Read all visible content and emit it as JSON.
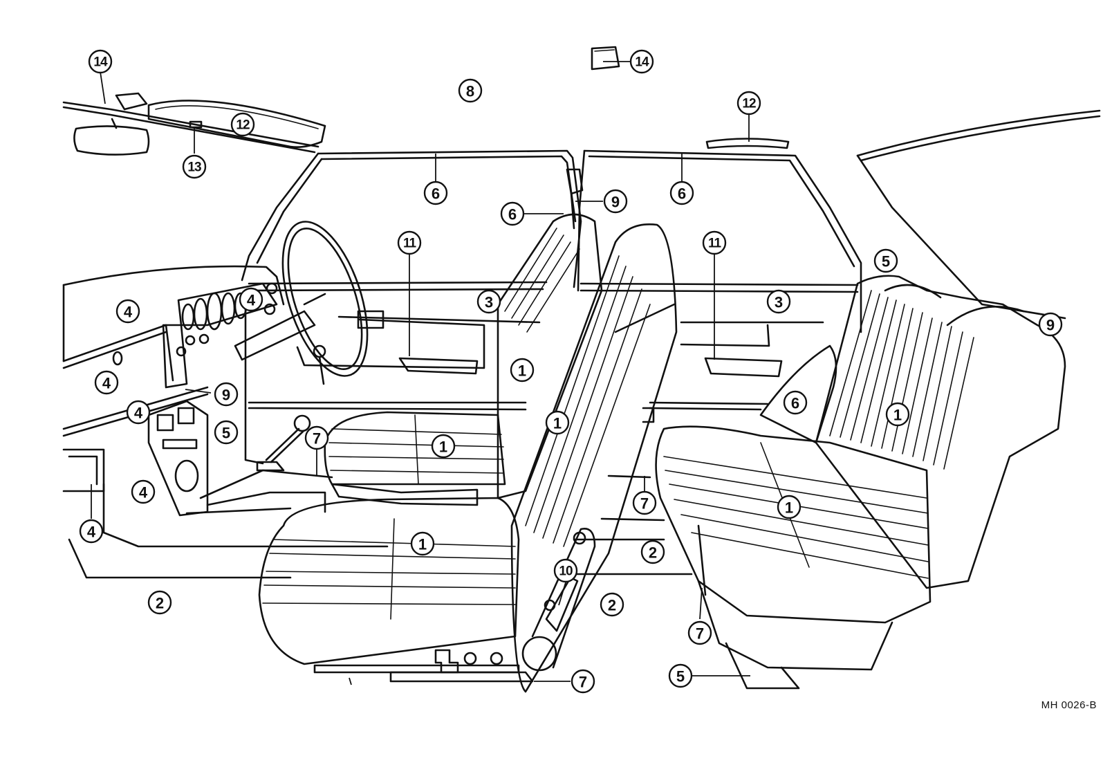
{
  "figure_code": "MH 0026-B",
  "callouts": [
    {
      "id": "c14a",
      "num": "14"
    },
    {
      "id": "c14b",
      "num": "14"
    },
    {
      "id": "c8",
      "num": "8"
    },
    {
      "id": "c12a",
      "num": "12"
    },
    {
      "id": "c12b",
      "num": "12"
    },
    {
      "id": "c13",
      "num": "13"
    },
    {
      "id": "c6a",
      "num": "6"
    },
    {
      "id": "c6b",
      "num": "6"
    },
    {
      "id": "c6c",
      "num": "6"
    },
    {
      "id": "c6d",
      "num": "6"
    },
    {
      "id": "c9a",
      "num": "9"
    },
    {
      "id": "c9b",
      "num": "9"
    },
    {
      "id": "c9c",
      "num": "9"
    },
    {
      "id": "c11a",
      "num": "11"
    },
    {
      "id": "c11b",
      "num": "11"
    },
    {
      "id": "c5a",
      "num": "5"
    },
    {
      "id": "c5b",
      "num": "5"
    },
    {
      "id": "c5c",
      "num": "5"
    },
    {
      "id": "c3a",
      "num": "3"
    },
    {
      "id": "c3b",
      "num": "3"
    },
    {
      "id": "c4a",
      "num": "4"
    },
    {
      "id": "c4b",
      "num": "4"
    },
    {
      "id": "c4c",
      "num": "4"
    },
    {
      "id": "c4d",
      "num": "4"
    },
    {
      "id": "c4e",
      "num": "4"
    },
    {
      "id": "c4f",
      "num": "4"
    },
    {
      "id": "c1a",
      "num": "1"
    },
    {
      "id": "c1b",
      "num": "1"
    },
    {
      "id": "c1c",
      "num": "1"
    },
    {
      "id": "c1d",
      "num": "1"
    },
    {
      "id": "c1e",
      "num": "1"
    },
    {
      "id": "c1f",
      "num": "1"
    },
    {
      "id": "c7a",
      "num": "7"
    },
    {
      "id": "c7b",
      "num": "7"
    },
    {
      "id": "c7c",
      "num": "7"
    },
    {
      "id": "c7d",
      "num": "7"
    },
    {
      "id": "c2a",
      "num": "2"
    },
    {
      "id": "c2b",
      "num": "2"
    },
    {
      "id": "c2c",
      "num": "2"
    },
    {
      "id": "c10",
      "num": "10"
    }
  ]
}
